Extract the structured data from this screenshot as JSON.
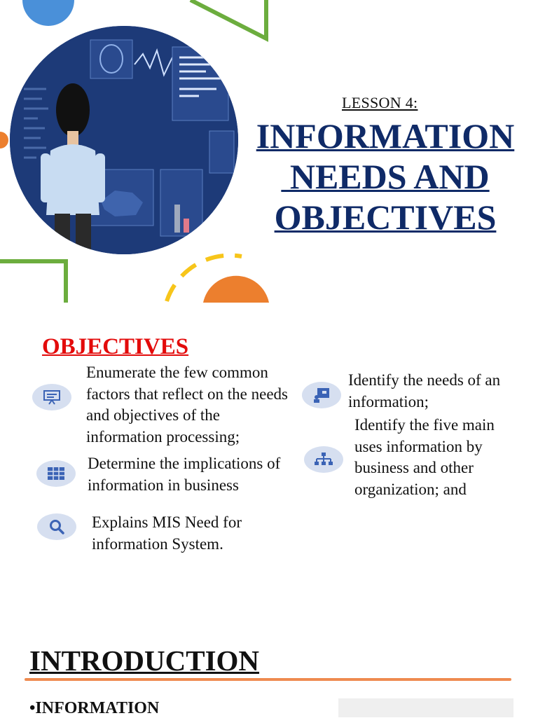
{
  "hero": {
    "lesson_label": "LESSON 4:",
    "title_lines": [
      "INFORMATION",
      " NEEDS AND",
      "OBJECTIVES"
    ],
    "illustration": "person-viewing-data-dashboard",
    "colors": {
      "title": "#0f2a67",
      "accent_blue": "#4a90d9",
      "accent_green": "#6cad3e",
      "accent_orange": "#ec7f2e",
      "accent_yellow": "#f7c51a"
    }
  },
  "objectives": {
    "heading": "OBJECTIVES",
    "heading_color": "#e30b0b",
    "items": [
      {
        "icon": "presentation-board-icon",
        "text": "Enumerate the few common factors that reflect on the needs and objectives of the information processing;"
      },
      {
        "icon": "table-grid-icon",
        "text": "Determine the implications of information in business"
      },
      {
        "icon": "magnifier-icon",
        "text": "Explains MIS Need for information System."
      },
      {
        "icon": "person-board-icon",
        "text": "Identify the needs of an information;"
      },
      {
        "icon": "org-chart-icon",
        "text": "Identify the five main uses information by business and other organization; and"
      }
    ]
  },
  "intro": {
    "title": "INTRODUCTION",
    "bullet": "INFORMATION",
    "line_color": "#ef8b50"
  }
}
